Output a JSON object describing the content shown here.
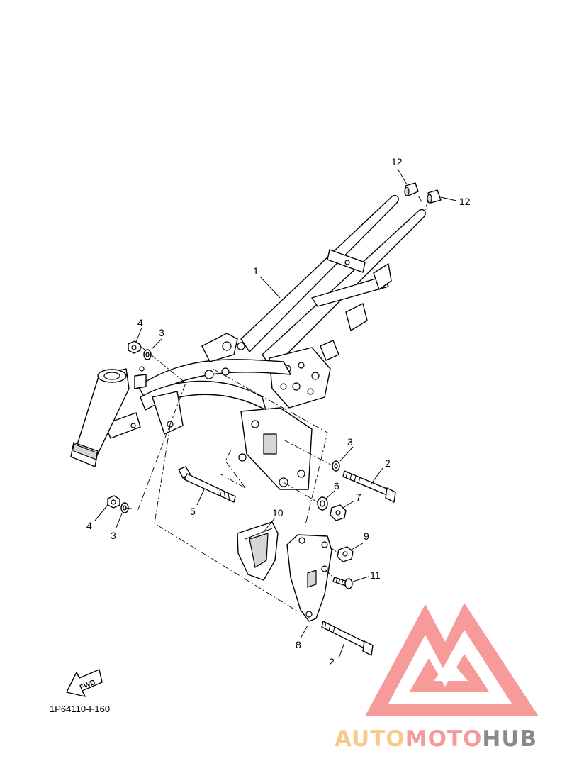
{
  "diagram": {
    "code": "1P64110-F160",
    "fwd_label": "FWD",
    "callouts": [
      {
        "id": "c1",
        "text": "1"
      },
      {
        "id": "c2a",
        "text": "2"
      },
      {
        "id": "c2b",
        "text": "2"
      },
      {
        "id": "c3a",
        "text": "3"
      },
      {
        "id": "c3b",
        "text": "3"
      },
      {
        "id": "c3c",
        "text": "3"
      },
      {
        "id": "c4a",
        "text": "4"
      },
      {
        "id": "c4b",
        "text": "4"
      },
      {
        "id": "c5",
        "text": "5"
      },
      {
        "id": "c6",
        "text": "6"
      },
      {
        "id": "c7",
        "text": "7"
      },
      {
        "id": "c8",
        "text": "8"
      },
      {
        "id": "c9",
        "text": "9"
      },
      {
        "id": "c10",
        "text": "10"
      },
      {
        "id": "c11",
        "text": "11"
      },
      {
        "id": "c12a",
        "text": "12"
      },
      {
        "id": "c12b",
        "text": "12"
      }
    ]
  },
  "watermark": {
    "part1": "AUTO",
    "part2": "MOTO",
    "part3": "HUB",
    "colors": {
      "auto": "#f7c98a",
      "moto": "#f59a9a",
      "hub": "#8a8a8a",
      "triangle": "#f79a9a"
    }
  }
}
